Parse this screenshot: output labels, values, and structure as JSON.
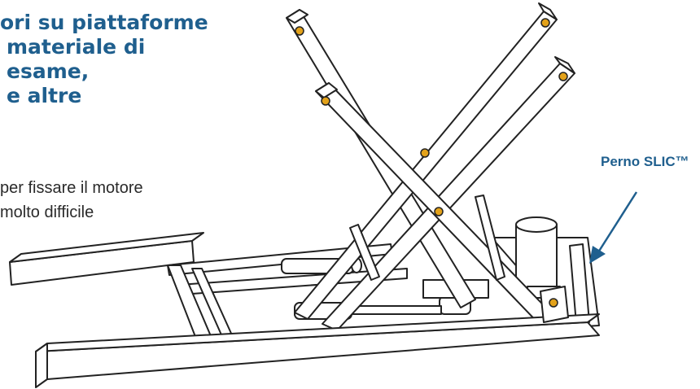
{
  "heading": {
    "lines": [
      "ori su piattaforme",
      "materiale di",
      "esame,",
      "e altre"
    ]
  },
  "body": {
    "lines": [
      "per fissare il motore",
      "molto difficile"
    ]
  },
  "callout": {
    "label": "Perno SLIC™",
    "color": "#1f5f8e"
  },
  "colors": {
    "heading": "#1f5f8e",
    "line": "#222222",
    "pin": "#e3a21a"
  }
}
